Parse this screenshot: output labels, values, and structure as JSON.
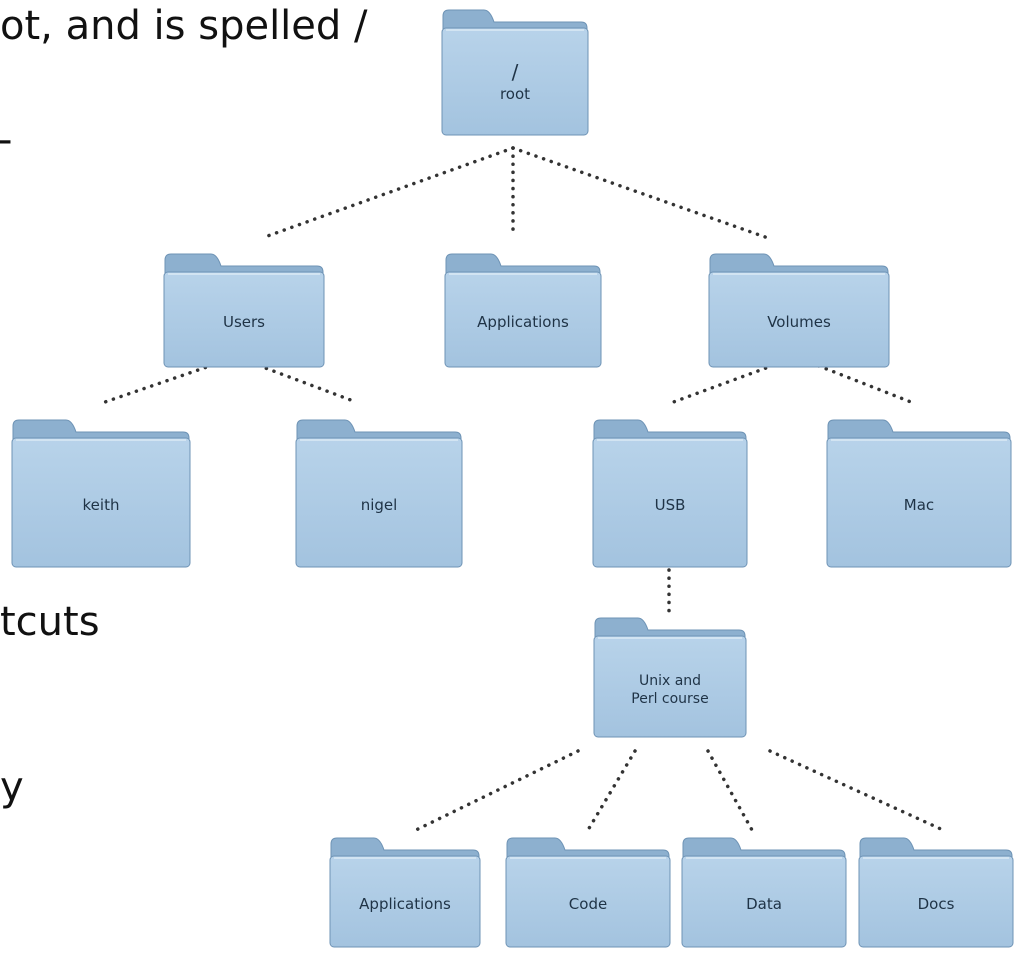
{
  "slide_text": {
    "line1": "ot, and is spelled /",
    "line2": "-",
    "line3": "tcuts",
    "line4": "y"
  },
  "folders": {
    "root": {
      "symbol": "/",
      "label": "root"
    },
    "users": {
      "label": "Users"
    },
    "applications": {
      "label": "Applications"
    },
    "volumes": {
      "label": "Volumes"
    },
    "keith": {
      "label": "keith"
    },
    "nigel": {
      "label": "nigel"
    },
    "usb": {
      "label": "USB"
    },
    "mac": {
      "label": "Mac"
    },
    "course": {
      "line1": "Unix and",
      "line2": "Perl course"
    },
    "course_applications": {
      "label": "Applications"
    },
    "code": {
      "label": "Code"
    },
    "data": {
      "label": "Data"
    },
    "docs": {
      "label": "Docs"
    }
  },
  "colors": {
    "folder_face": "#a3c3df",
    "folder_back": "#8db0cf",
    "folder_edge": "#6e93b5",
    "connector": "#333333"
  },
  "icons": {
    "folder": "folder-icon"
  }
}
